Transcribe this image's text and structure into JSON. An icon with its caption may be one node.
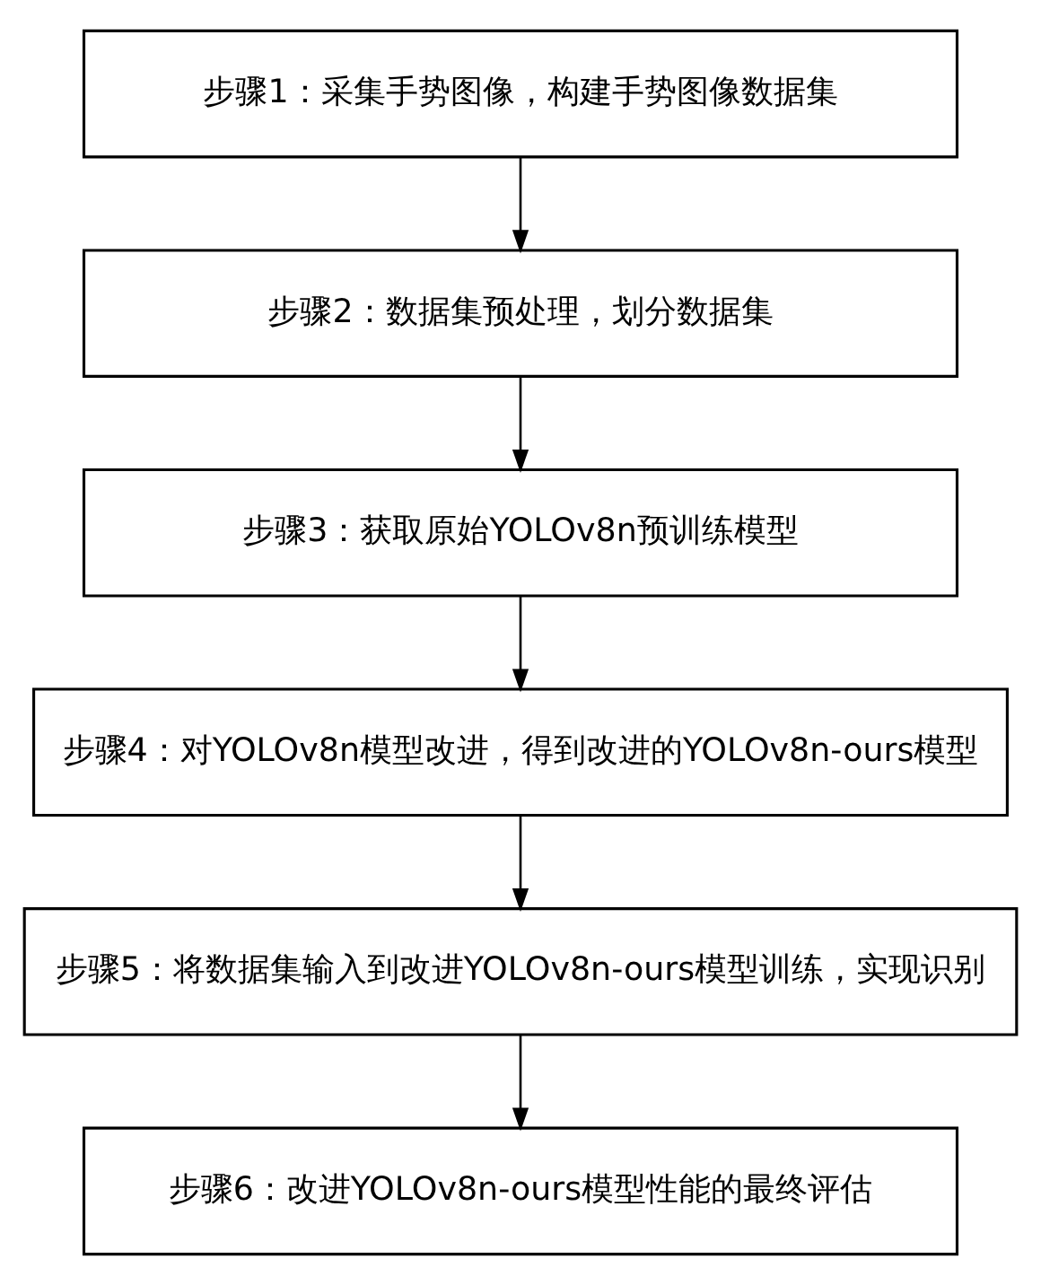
{
  "diagram": {
    "nodes": [
      {
        "text": [
          "步骤1：采集手势图像，构建手势图像数据集"
        ]
      },
      {
        "text": [
          "步骤2：数据集预处理，划分数据集"
        ]
      },
      {
        "text": [
          "步骤3：获取原始YOLOv8n预训练模型"
        ]
      },
      {
        "text": [
          "步骤4：对YOLOv8n模型改进，得到改进的YOLOv8n-ours模型"
        ]
      },
      {
        "text": [
          "步骤5：将数据集输入到改进YOLOv8n-ours模型训练，实现识别"
        ]
      },
      {
        "text": [
          "步骤6：改进YOLOv8n-ours模型性能的最终评估"
        ]
      }
    ],
    "edges": [
      {
        "from": 0,
        "to": 1,
        "arrow": "to"
      },
      {
        "from": 1,
        "to": 2,
        "arrow": "to"
      },
      {
        "from": 2,
        "to": 3,
        "arrow": "to"
      },
      {
        "from": 3,
        "to": 4,
        "arrow": "to"
      },
      {
        "from": 4,
        "to": 5,
        "arrow": "to"
      }
    ]
  }
}
